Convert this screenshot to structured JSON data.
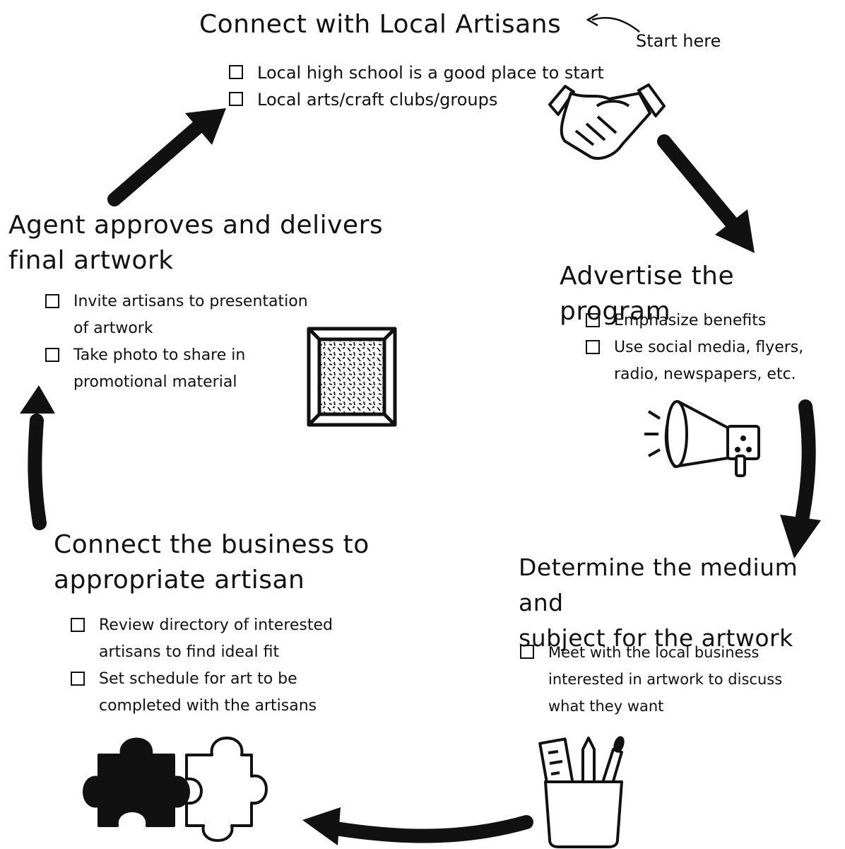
{
  "start_note": "Start here",
  "steps": [
    {
      "id": "connect-artisans",
      "title": [
        "Connect with Local Artisans"
      ],
      "tasks": [
        [
          "Local high school is a good place to start"
        ],
        [
          "Local arts/craft clubs/groups"
        ]
      ],
      "icon": "handshake-icon"
    },
    {
      "id": "advertise",
      "title": [
        "Advertise the program"
      ],
      "tasks": [
        [
          "Emphasize benefits"
        ],
        [
          "Use social media, flyers,",
          "radio, newspapers, etc."
        ]
      ],
      "icon": "megaphone-icon"
    },
    {
      "id": "determine-medium",
      "title": [
        "Determine the medium and",
        "subject for the artwork"
      ],
      "tasks": [
        [
          "Meet with the local business",
          "interested in artwork to discuss",
          "what they want"
        ]
      ],
      "icon": "art-supplies-cup-icon"
    },
    {
      "id": "connect-business",
      "title": [
        "Connect the business to",
        "appropriate artisan"
      ],
      "tasks": [
        [
          "Review directory of interested",
          "artisans to find ideal fit"
        ],
        [
          "Set schedule for art to be",
          "completed with the artisans"
        ]
      ],
      "icon": "puzzle-pieces-icon"
    },
    {
      "id": "deliver-artwork",
      "title": [
        "Agent approves and delivers",
        "final artwork"
      ],
      "tasks": [
        [
          "Invite artisans to presentation",
          "of artwork"
        ],
        [
          "Take photo to share in",
          "promotional material"
        ]
      ],
      "icon": "framed-artwork-icon"
    }
  ]
}
